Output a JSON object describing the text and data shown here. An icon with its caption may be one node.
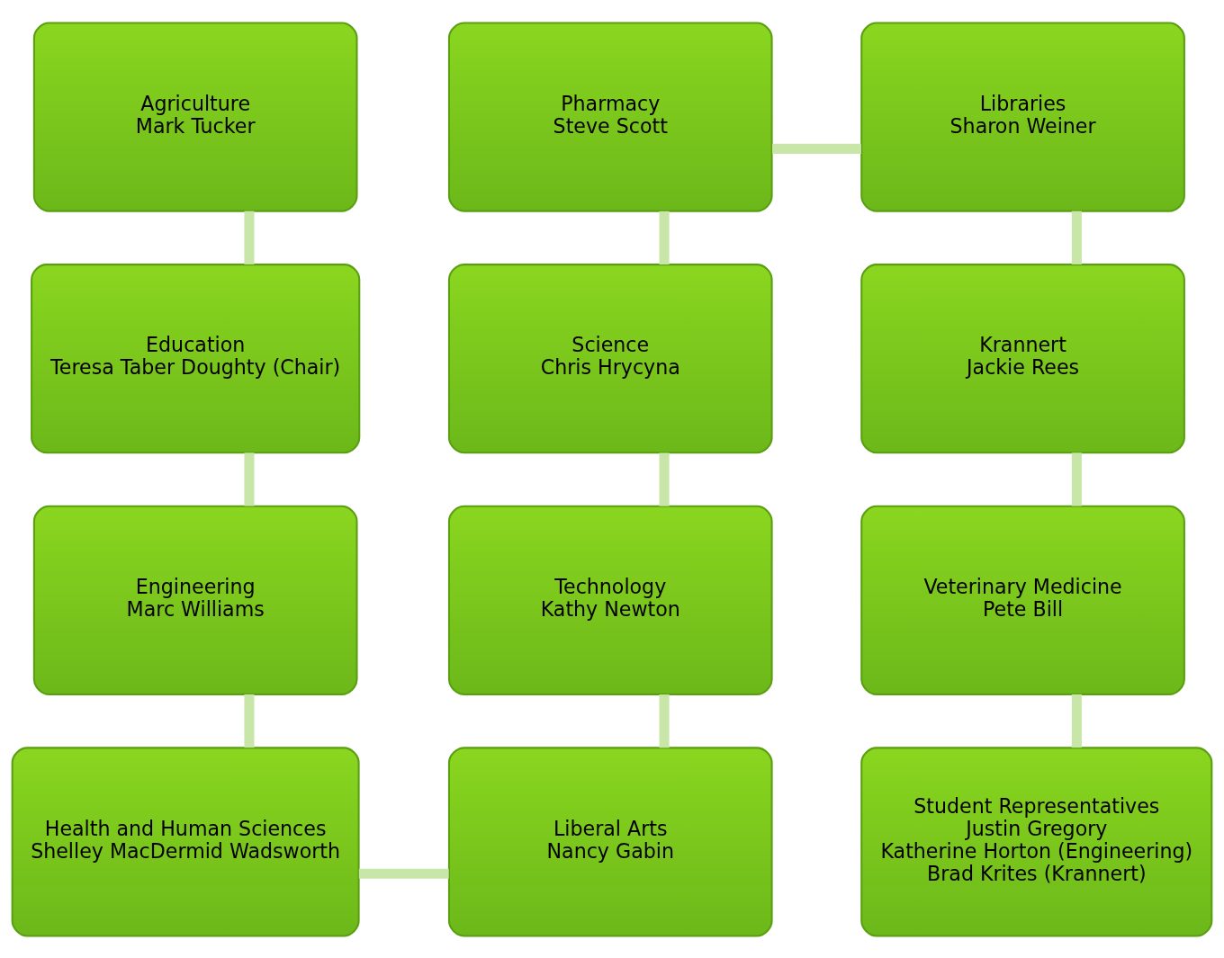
{
  "diagram": {
    "nodes": [
      {
        "text": [
          "Agriculture",
          "Mark Tucker"
        ]
      },
      {
        "text": [
          "Pharmacy",
          "Steve Scott"
        ]
      },
      {
        "text": [
          "Libraries",
          "Sharon Weiner"
        ]
      },
      {
        "text": [
          "Education",
          "Teresa Taber Doughty (Chair)"
        ]
      },
      {
        "text": [
          "Science",
          "Chris Hrycyna"
        ]
      },
      {
        "text": [
          "Krannert",
          "Jackie Rees"
        ]
      },
      {
        "text": [
          "Engineering",
          "Marc Williams"
        ]
      },
      {
        "text": [
          "Technology",
          "Kathy Newton"
        ]
      },
      {
        "text": [
          "Veterinary Medicine",
          "Pete Bill"
        ]
      },
      {
        "text": [
          "Health and Human Sciences",
          "Shelley MacDermid Wadsworth"
        ]
      },
      {
        "text": [
          "Liberal Arts",
          "Nancy Gabin"
        ]
      },
      {
        "text": [
          "Student Representatives",
          "Justin Gregory",
          "Katherine Horton (Engineering)",
          "Brad Krites (Krannert)"
        ]
      }
    ],
    "edges": [
      {
        "from": 0,
        "to": 3,
        "arrow": "none"
      },
      {
        "from": 3,
        "to": 6,
        "arrow": "none"
      },
      {
        "from": 6,
        "to": 9,
        "arrow": "none"
      },
      {
        "from": 9,
        "to": 10,
        "arrow": "none"
      },
      {
        "from": 10,
        "to": 7,
        "arrow": "none"
      },
      {
        "from": 7,
        "to": 4,
        "arrow": "none"
      },
      {
        "from": 4,
        "to": 1,
        "arrow": "none"
      },
      {
        "from": 1,
        "to": 2,
        "arrow": "none"
      },
      {
        "from": 2,
        "to": 5,
        "arrow": "none"
      },
      {
        "from": 5,
        "to": 8,
        "arrow": "none"
      },
      {
        "from": 8,
        "to": 11,
        "arrow": "none"
      }
    ]
  }
}
